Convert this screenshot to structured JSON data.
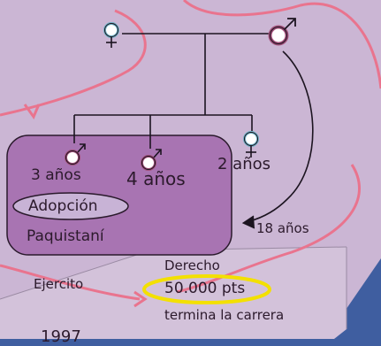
{
  "colors": {
    "paper": "#cbb6d4",
    "paper_lower": "#d3c2da",
    "background": "#3f5ea0",
    "box_fill": "#a874b2",
    "ellipse_fill": "#c8b3d6",
    "highlight": "#f3e000",
    "pink_line": "#e9748e",
    "female_symbol": "#6fb2c6",
    "male_symbol": "#a04e78",
    "lines": "#1c1420"
  },
  "symbols": {
    "parent_female": "female-symbol",
    "parent_male": "male-symbol",
    "child1": "male-symbol",
    "child2": "male-symbol",
    "child3": "female-symbol"
  },
  "labels": {
    "child1_age": "3 años",
    "child2_age": "4 años",
    "child3_age": "2 años",
    "adoption": "Adopción",
    "origin": "Paquistaní",
    "arrow_age": "18 años",
    "army": "Ejercito",
    "law": "Derecho",
    "points": "50.000 pts",
    "degree": "termina la carrera",
    "year": "1997"
  }
}
